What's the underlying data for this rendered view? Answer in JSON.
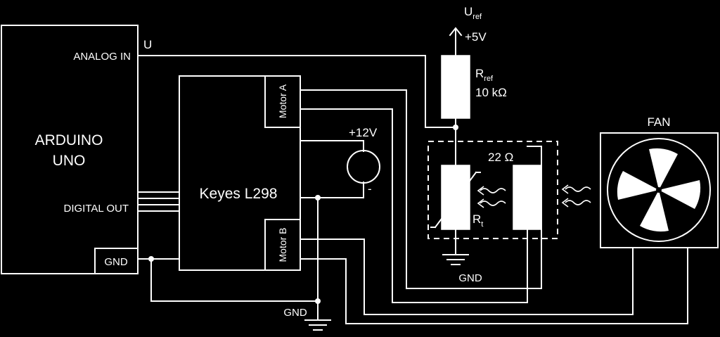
{
  "arduino": {
    "name_line1": "ARDUINO",
    "name_line2": "UNO",
    "analog_in": "ANALOG IN",
    "digital_out": "DIGITAL OUT",
    "gnd": "GND",
    "signal_u": "U"
  },
  "driver": {
    "name": "Keyes L298",
    "motor_a": "Motor A",
    "motor_b": "Motor B"
  },
  "supply": {
    "voltage": "+12V",
    "minus": "-"
  },
  "reference": {
    "u_main": "U",
    "u_sub": "ref",
    "voltage": "+5V",
    "r_main": "R",
    "r_sub": "ref",
    "r_value": "10 kΩ"
  },
  "sensor": {
    "heater_value": "22 Ω",
    "rt_main": "R",
    "rt_sub": "t"
  },
  "fan": {
    "label": "FAN"
  },
  "ground": {
    "gnd_bottom": "GND",
    "gnd_sensor": "GND"
  },
  "colors": {
    "background": "#000000",
    "foreground": "#ffffff"
  }
}
